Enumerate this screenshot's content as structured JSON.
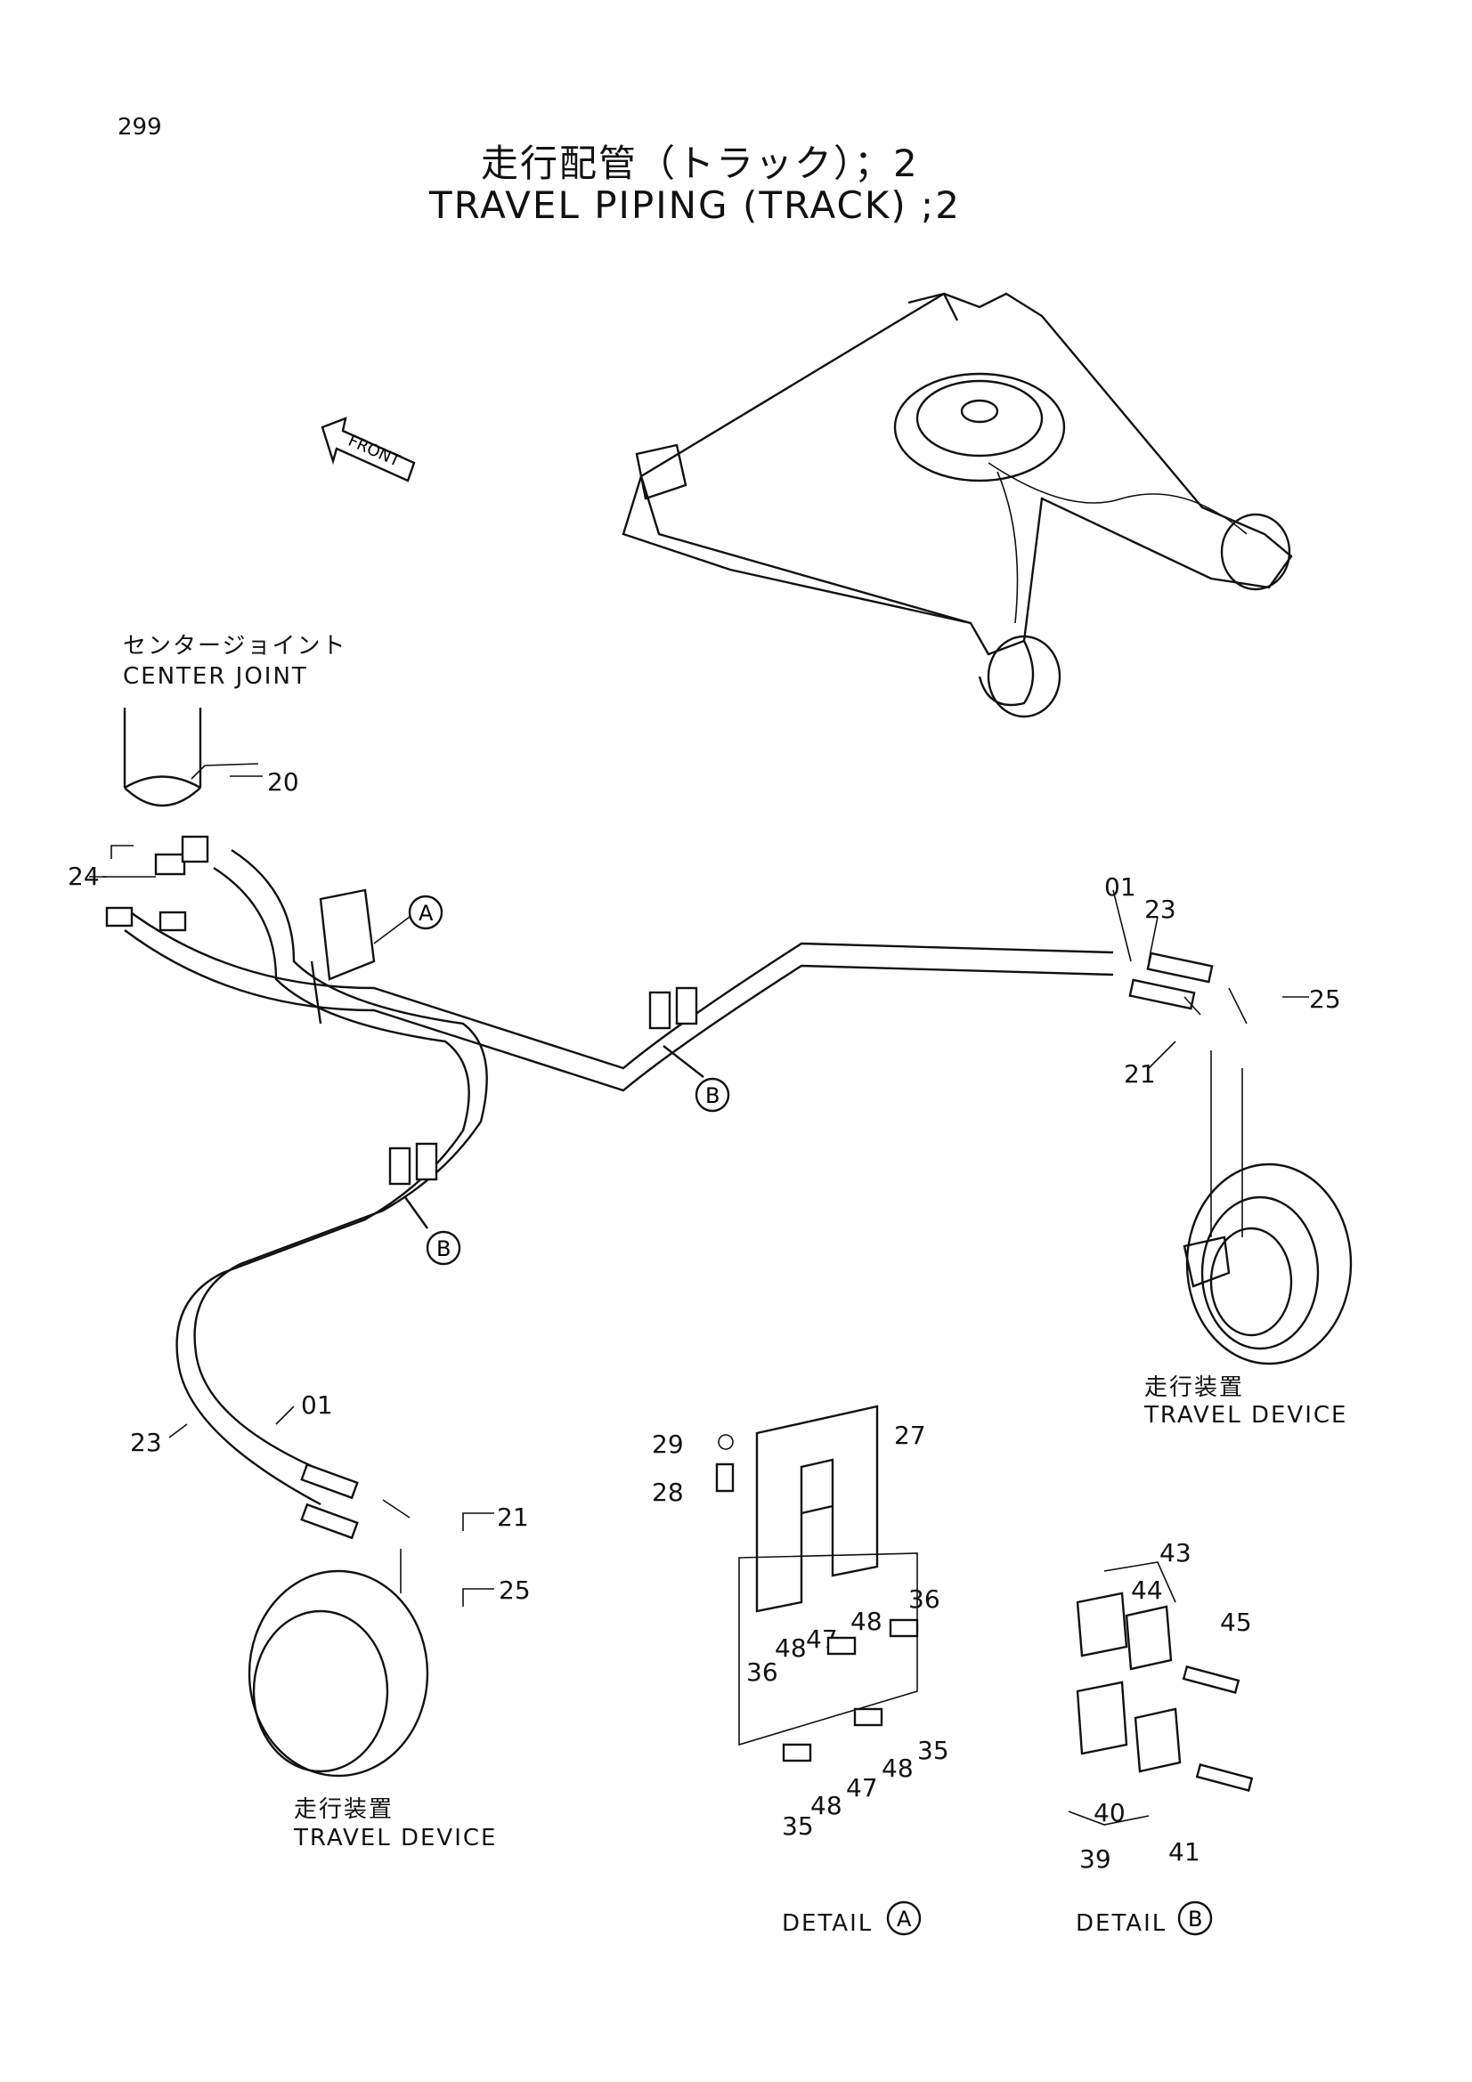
{
  "page": {
    "number": "299"
  },
  "title": {
    "japanese": "走行配管（トラック）；2",
    "english": "TRAVEL PIPING (TRACK) ;2"
  },
  "labels": {
    "front": "FRONT",
    "center_joint_jp": "センタージョイント",
    "center_joint_en": "CENTER JOINT",
    "travel_device_jp": "走行装置",
    "travel_device_en": "TRAVEL DEVICE",
    "detail_a": "DETAIL",
    "detail_b": "DETAIL",
    "marker_a": "A",
    "marker_b": "B"
  },
  "callouts": {
    "c20": "20",
    "c24": "24",
    "cA": "A",
    "c01": "01",
    "c23": "23",
    "c25": "25",
    "c21": "21",
    "c29": "29",
    "c28": "28",
    "c27": "27",
    "c36": "36",
    "c47": "47",
    "c48": "48",
    "c35": "35",
    "c43": "43",
    "c44": "44",
    "c45": "45",
    "c40": "40",
    "c39": "39",
    "c41": "41"
  }
}
